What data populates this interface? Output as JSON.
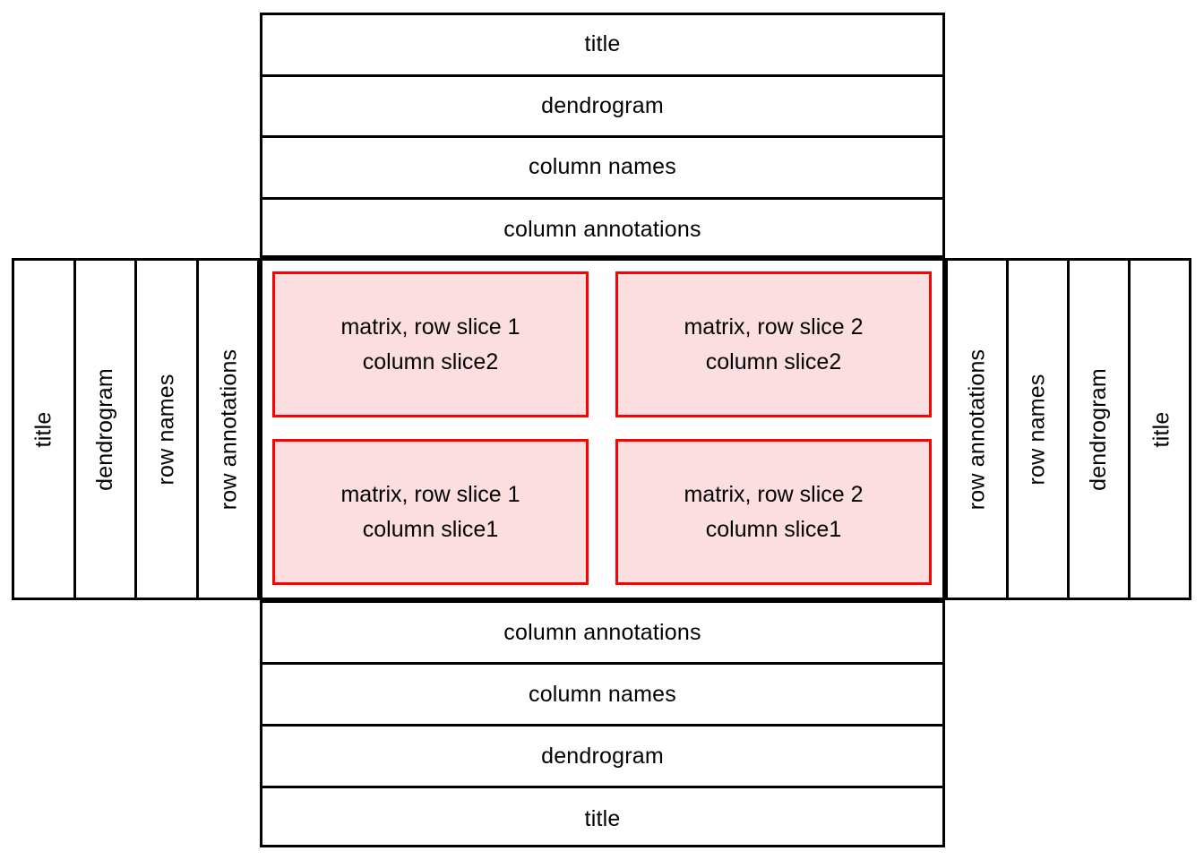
{
  "diagram": {
    "type": "heatmap-layout-schematic",
    "colors": {
      "outline": "#000000",
      "matrix_cell_border": "#ff0000",
      "matrix_cell_fill": "#fcdee0",
      "background": "#ffffff",
      "text": "#000000"
    },
    "top_stack": {
      "orientation": "horizontal",
      "items": [
        {
          "label": "title"
        },
        {
          "label": "dendrogram"
        },
        {
          "label": "column names"
        },
        {
          "label": "column annotations"
        }
      ]
    },
    "bottom_stack": {
      "orientation": "horizontal",
      "items": [
        {
          "label": "column annotations"
        },
        {
          "label": "column names"
        },
        {
          "label": "dendrogram"
        },
        {
          "label": "title"
        }
      ]
    },
    "left_stack": {
      "orientation": "vertical-rotated",
      "items": [
        {
          "label": "title"
        },
        {
          "label": "dendrogram"
        },
        {
          "label": "row names"
        },
        {
          "label": "row annotations"
        }
      ]
    },
    "right_stack": {
      "orientation": "vertical-rotated",
      "items": [
        {
          "label": "row annotations"
        },
        {
          "label": "row names"
        },
        {
          "label": "dendrogram"
        },
        {
          "label": "title"
        }
      ]
    },
    "matrix": {
      "rows": 2,
      "columns": 2,
      "cells": [
        {
          "line1": "matrix, row slice 1",
          "line2": "column slice2"
        },
        {
          "line1": "matrix, row slice 2",
          "line2": "column slice2"
        },
        {
          "line1": "matrix, row slice 1",
          "line2": "column slice1"
        },
        {
          "line1": "matrix, row slice 2",
          "line2": "column slice1"
        }
      ]
    }
  }
}
